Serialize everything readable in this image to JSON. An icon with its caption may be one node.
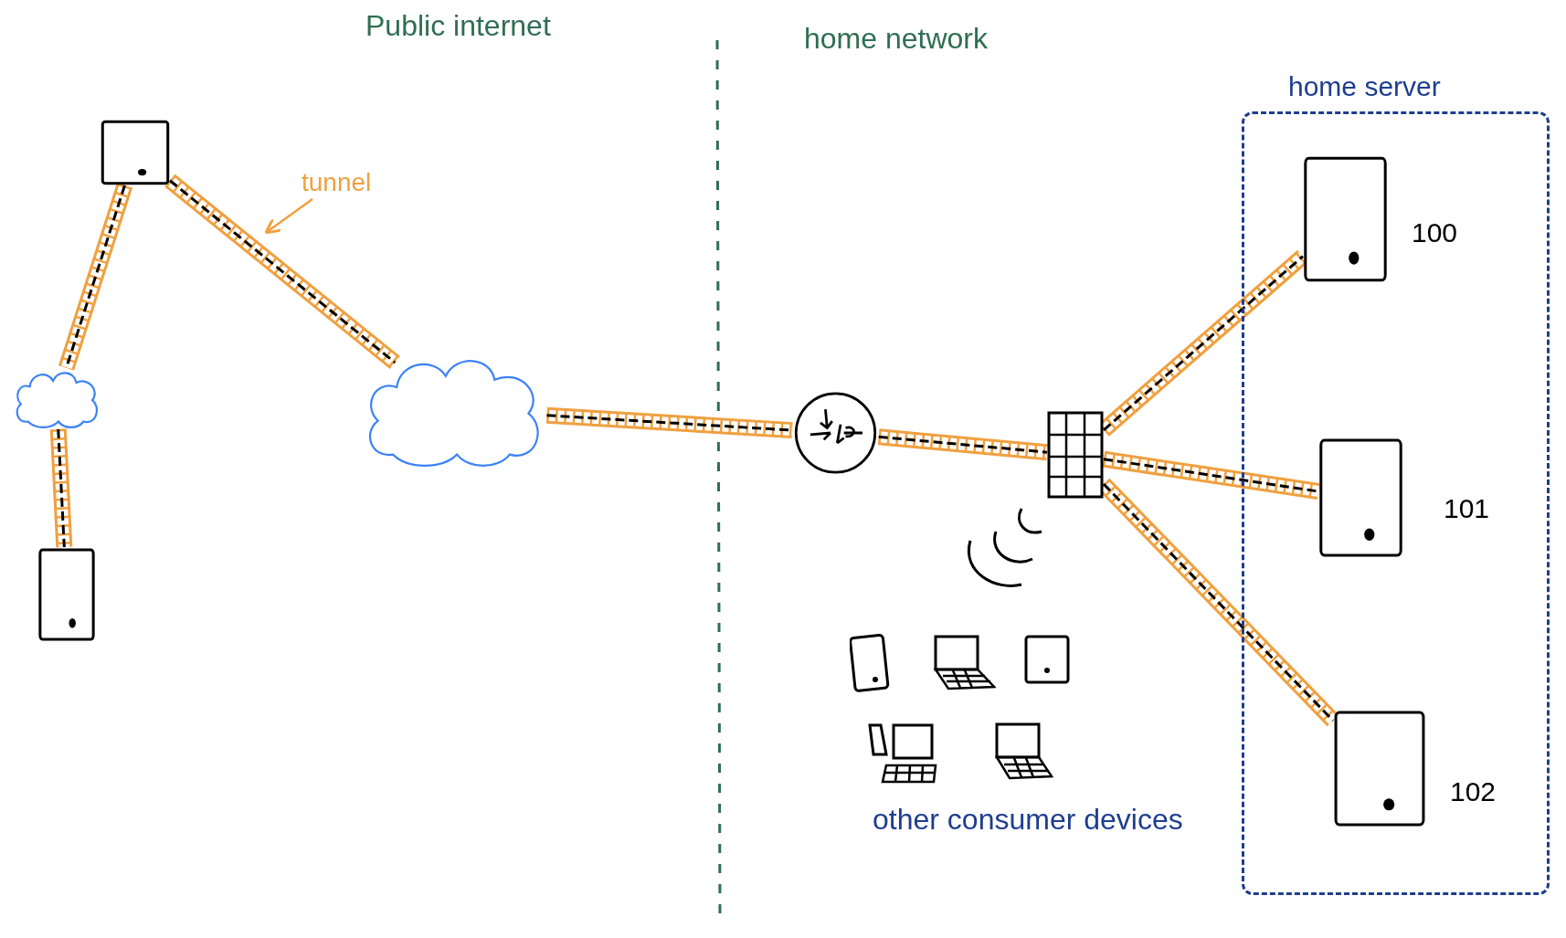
{
  "diagram": {
    "nodes": [
      {
        "text": [],
        "shape": "box"
      },
      {
        "text": [],
        "shape": "cloud"
      },
      {
        "text": [],
        "shape": "box"
      },
      {
        "text": [],
        "shape": "cloud"
      },
      {
        "text": [],
        "shape": "circle"
      },
      {
        "text": [],
        "shape": "box"
      },
      {
        "text": [
          "home server"
        ]
      },
      {
        "text": [],
        "shape": "box",
        "beside": [
          "100"
        ],
        "in": 6
      },
      {
        "text": [],
        "shape": "box",
        "beside": [
          "101"
        ],
        "in": 6
      },
      {
        "text": [],
        "shape": "box",
        "beside": [
          "102"
        ],
        "in": 6
      },
      {
        "text": [
          "tunnel"
        ]
      }
    ],
    "edges": [
      {
        "from": 0,
        "to": 1,
        "arrow": "none"
      },
      {
        "from": 1,
        "to": 2,
        "arrow": "none"
      },
      {
        "from": 0,
        "to": 3,
        "arrow": "none"
      },
      {
        "from": 3,
        "to": 4,
        "arrow": "none"
      },
      {
        "from": 4,
        "to": 5,
        "arrow": "none"
      },
      {
        "from": 5,
        "to": 7,
        "arrow": "none"
      },
      {
        "from": 5,
        "to": 8,
        "arrow": "none"
      },
      {
        "from": 5,
        "to": 9,
        "arrow": "none"
      },
      {
        "from": 10,
        "to": null,
        "arrow": "to",
        "color": "#f0a040"
      }
    ],
    "labels": [
      "Public internet",
      "home network",
      "other consumer devices"
    ]
  }
}
